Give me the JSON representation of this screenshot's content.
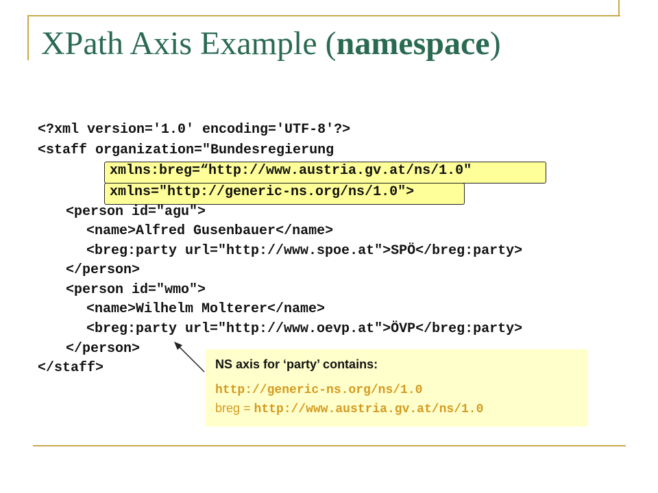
{
  "slide": {
    "title_prefix": "XPath Axis Example (",
    "title_bold": "namespace",
    "title_suffix": ")"
  },
  "code": {
    "line1": "<?xml version='1.0' encoding='UTF-8'?>",
    "line2": "<staff organization=\"Bundesregierung",
    "line3": "xmlns:breg=“http://www.austria.gv.at/ns/1.0\"",
    "line4_attr": "xmlns=\"http://generic-ns.org/ns/1.0\"",
    "line4_close": ">",
    "line5": "<person id=\"agu\">",
    "line6_open": "<name>",
    "line6_text": "Alfred Gusenbauer",
    "line6_close": "</name>",
    "line7_open": "<breg:party url=\"http://www.spoe.at\">",
    "line7_text": "SPÖ",
    "line7_close": "</breg:party>",
    "line8": "</person>",
    "line9": "<person id=\"wmo\">",
    "line10_open": "<name>",
    "line10_text": "Wilhelm Molterer",
    "line10_close": "</name>",
    "line11_open": "<breg:party url=\"http://www.oevp.at\">",
    "line11_text": "ÖVP",
    "line11_close": "</breg:party>",
    "line12": "</person>",
    "line13": "</staff>"
  },
  "callout": {
    "title": "NS axis for ‘party’ contains:",
    "ns_default": "http://generic-ns.org/ns/1.0",
    "breg_prefix": "breg = ",
    "breg_uri": "http://www.austria.gv.at/ns/1.0"
  },
  "colors": {
    "title": "#2a6a52",
    "decoration": "#c8a84a",
    "highlight": "#ffff99",
    "callout_bg": "#ffffcc",
    "callout_text": "#d49a20"
  }
}
